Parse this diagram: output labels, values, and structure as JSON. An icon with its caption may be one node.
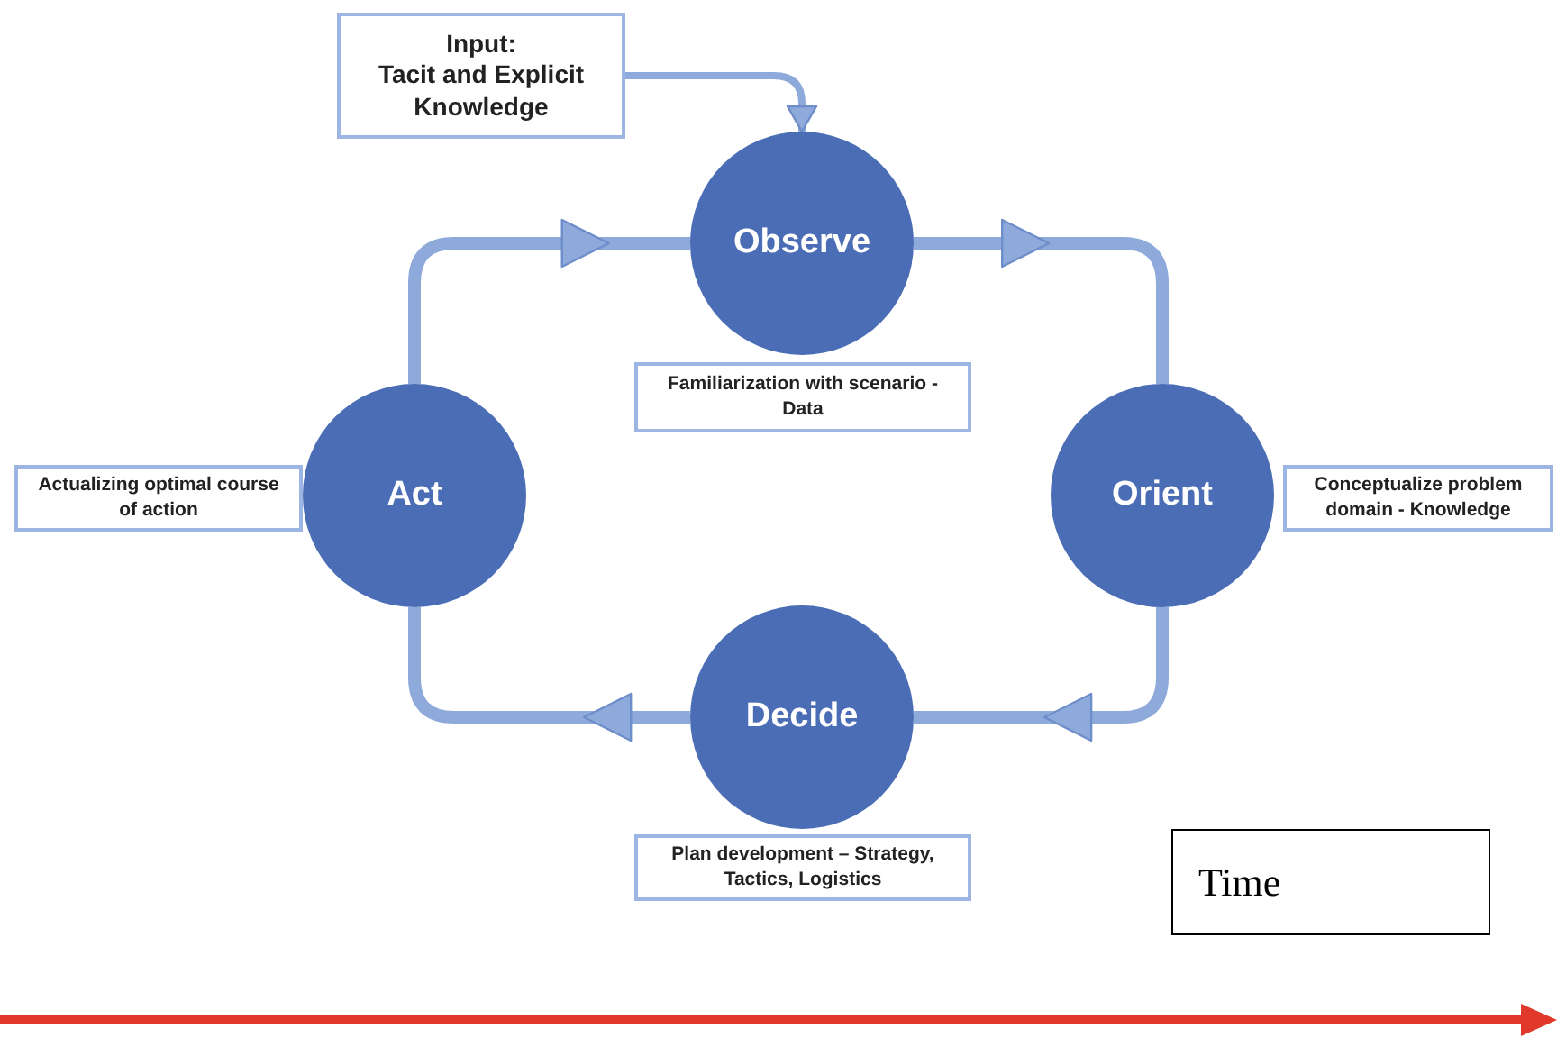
{
  "diagram": {
    "nodes": [
      {
        "text": [
          "Input:",
          "Tacit and Explicit Knowledge"
        ]
      },
      {
        "text": [
          "Observe"
        ]
      },
      {
        "text": [
          "Familiarization with scenario - Data"
        ]
      },
      {
        "text": [
          "Act"
        ]
      },
      {
        "text": [
          "Actualizing optimal course of action"
        ]
      },
      {
        "text": [
          "Orient"
        ]
      },
      {
        "text": [
          "Conceptualize problem domain - Knowledge"
        ]
      },
      {
        "text": [
          "Decide"
        ]
      },
      {
        "text": [
          "Plan development – Strategy, Tactics, Logistics"
        ]
      },
      {
        "text": [
          "Time"
        ]
      }
    ],
    "edges": [
      {
        "from": 0,
        "to": 1,
        "arrow": "to"
      },
      {
        "from": 3,
        "to": 1,
        "arrow": "to"
      },
      {
        "from": 1,
        "to": 5,
        "arrow": "to"
      },
      {
        "from": 5,
        "to": 7,
        "arrow": "to"
      },
      {
        "from": 7,
        "to": 3,
        "arrow": "to"
      }
    ]
  }
}
